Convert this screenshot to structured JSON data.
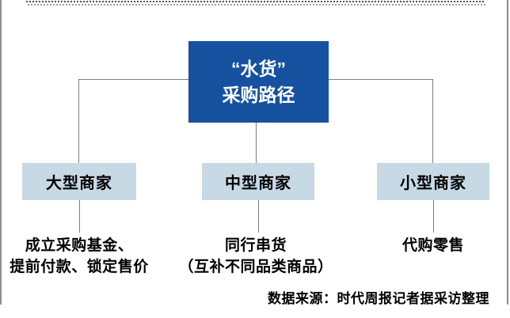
{
  "diagram": {
    "root": {
      "title_line1": "“水货”",
      "title_line2": "采购路径"
    },
    "branches": [
      {
        "label": "大型商家",
        "detail_lines": [
          "成立采购基金、",
          "提前付款、锁定售价"
        ]
      },
      {
        "label": "中型商家",
        "detail_lines": [
          "同行串货",
          "（互补不同品类商品）"
        ]
      },
      {
        "label": "小型商家",
        "detail_lines": [
          "代购零售",
          ""
        ]
      }
    ],
    "source_note": "数据来源：时代周报记者据采访整理"
  },
  "colors": {
    "root_box_bg": "#16519f",
    "branch_box_bg": "#c7d9e5",
    "connector_line": "#7d7d7d",
    "side_border": "#8c8c8c"
  }
}
